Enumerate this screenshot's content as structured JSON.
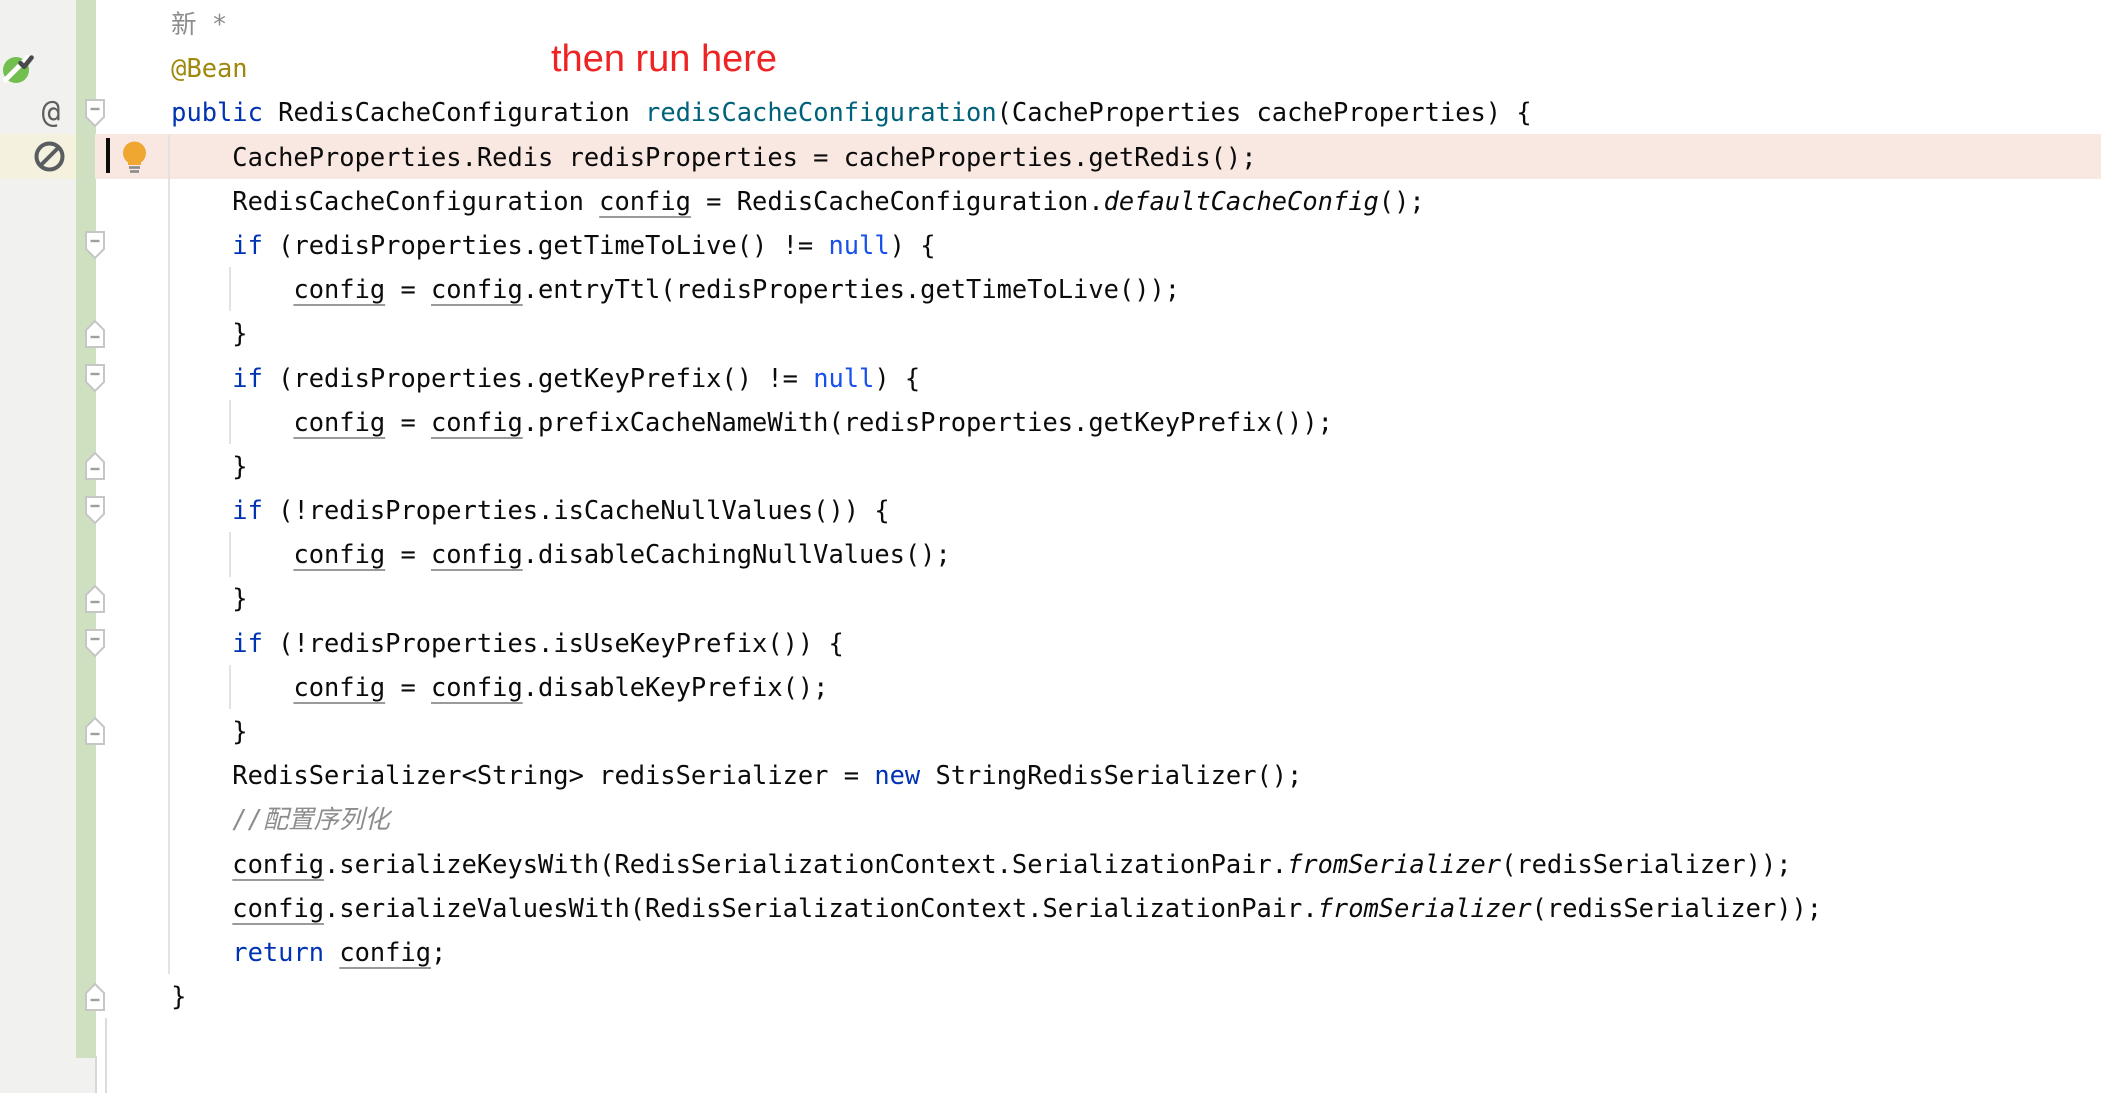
{
  "annotation": {
    "text": "then run here",
    "color": "#ee2424"
  },
  "editor": {
    "colors": {
      "background": "#ffffff",
      "gutter_background": "#f1f1f0",
      "gutter_active_background": "#f4f1df",
      "vcs_added_bar": "#cfe0c1",
      "current_line_highlight": "#f9e7e1",
      "keyword": "#0033B3",
      "null_literal": "#1750EB",
      "method_declaration": "#00627A",
      "annotation_text": "#9E880D",
      "comment": "#8C8C8C",
      "intention_bulb": "#F0A732",
      "run_icon_green": "#72BE4F"
    },
    "gutter": {
      "icons": [
        {
          "name": "inspections-passed-icon",
          "line": 2
        },
        {
          "name": "annotation-at-icon",
          "line": 3,
          "glyph": "@"
        },
        {
          "name": "no-inspection-icon",
          "line": 4
        }
      ]
    },
    "intention_bulb_line": 4,
    "caret_line": 4,
    "fold_pairs": [
      [
        6,
        8
      ],
      [
        9,
        11
      ],
      [
        12,
        14
      ],
      [
        15,
        17
      ]
    ],
    "lines": [
      {
        "n": 1,
        "fold": null,
        "highlight": false,
        "segs": [
          {
            "t": "    新 *",
            "s": "g"
          }
        ]
      },
      {
        "n": 2,
        "fold": null,
        "highlight": false,
        "segs": [
          {
            "t": "    ",
            "s": "p"
          },
          {
            "t": "@Bean",
            "s": "a"
          }
        ]
      },
      {
        "n": 3,
        "fold": "down",
        "highlight": false,
        "segs": [
          {
            "t": "    ",
            "s": "p"
          },
          {
            "t": "public",
            "s": "k"
          },
          {
            "t": " RedisCacheConfiguration ",
            "s": "p"
          },
          {
            "t": "redisCacheConfiguration",
            "s": "d"
          },
          {
            "t": "(CacheProperties cacheProperties) {",
            "s": "p"
          }
        ]
      },
      {
        "n": 4,
        "fold": null,
        "highlight": true,
        "segs": [
          {
            "t": "        CacheProperties.Redis redisProperties = cacheProperties.getRedis();",
            "s": "p"
          }
        ]
      },
      {
        "n": 5,
        "fold": null,
        "highlight": false,
        "segs": [
          {
            "t": "        RedisCacheConfiguration ",
            "s": "p"
          },
          {
            "t": "config",
            "s": "v"
          },
          {
            "t": " = RedisCacheConfiguration.",
            "s": "p"
          },
          {
            "t": "defaultCacheConfig",
            "s": "s"
          },
          {
            "t": "();",
            "s": "p"
          }
        ]
      },
      {
        "n": 6,
        "fold": "down",
        "highlight": false,
        "segs": [
          {
            "t": "        ",
            "s": "p"
          },
          {
            "t": "if",
            "s": "k"
          },
          {
            "t": " (redisProperties.getTimeToLive() != ",
            "s": "p"
          },
          {
            "t": "null",
            "s": "n"
          },
          {
            "t": ") {",
            "s": "p"
          }
        ]
      },
      {
        "n": 7,
        "fold": null,
        "highlight": false,
        "segs": [
          {
            "t": "            ",
            "s": "p"
          },
          {
            "t": "config",
            "s": "v"
          },
          {
            "t": " = ",
            "s": "p"
          },
          {
            "t": "config",
            "s": "v"
          },
          {
            "t": ".entryTtl(redisProperties.getTimeToLive());",
            "s": "p"
          }
        ]
      },
      {
        "n": 8,
        "fold": "up",
        "highlight": false,
        "segs": [
          {
            "t": "        }",
            "s": "p"
          }
        ]
      },
      {
        "n": 9,
        "fold": "down",
        "highlight": false,
        "segs": [
          {
            "t": "        ",
            "s": "p"
          },
          {
            "t": "if",
            "s": "k"
          },
          {
            "t": " (redisProperties.getKeyPrefix() != ",
            "s": "p"
          },
          {
            "t": "null",
            "s": "n"
          },
          {
            "t": ") {",
            "s": "p"
          }
        ]
      },
      {
        "n": 10,
        "fold": null,
        "highlight": false,
        "segs": [
          {
            "t": "            ",
            "s": "p"
          },
          {
            "t": "config",
            "s": "v"
          },
          {
            "t": " = ",
            "s": "p"
          },
          {
            "t": "config",
            "s": "v"
          },
          {
            "t": ".prefixCacheNameWith(redisProperties.getKeyPrefix());",
            "s": "p"
          }
        ]
      },
      {
        "n": 11,
        "fold": "up",
        "highlight": false,
        "segs": [
          {
            "t": "        }",
            "s": "p"
          }
        ]
      },
      {
        "n": 12,
        "fold": "down",
        "highlight": false,
        "segs": [
          {
            "t": "        ",
            "s": "p"
          },
          {
            "t": "if",
            "s": "k"
          },
          {
            "t": " (!redisProperties.isCacheNullValues()) {",
            "s": "p"
          }
        ]
      },
      {
        "n": 13,
        "fold": null,
        "highlight": false,
        "segs": [
          {
            "t": "            ",
            "s": "p"
          },
          {
            "t": "config",
            "s": "v"
          },
          {
            "t": " = ",
            "s": "p"
          },
          {
            "t": "config",
            "s": "v"
          },
          {
            "t": ".disableCachingNullValues();",
            "s": "p"
          }
        ]
      },
      {
        "n": 14,
        "fold": "up",
        "highlight": false,
        "segs": [
          {
            "t": "        }",
            "s": "p"
          }
        ]
      },
      {
        "n": 15,
        "fold": "down",
        "highlight": false,
        "segs": [
          {
            "t": "        ",
            "s": "p"
          },
          {
            "t": "if",
            "s": "k"
          },
          {
            "t": " (!redisProperties.isUseKeyPrefix()) {",
            "s": "p"
          }
        ]
      },
      {
        "n": 16,
        "fold": null,
        "highlight": false,
        "segs": [
          {
            "t": "            ",
            "s": "p"
          },
          {
            "t": "config",
            "s": "v"
          },
          {
            "t": " = ",
            "s": "p"
          },
          {
            "t": "config",
            "s": "v"
          },
          {
            "t": ".disableKeyPrefix();",
            "s": "p"
          }
        ]
      },
      {
        "n": 17,
        "fold": "up",
        "highlight": false,
        "segs": [
          {
            "t": "        }",
            "s": "p"
          }
        ]
      },
      {
        "n": 18,
        "fold": null,
        "highlight": false,
        "segs": [
          {
            "t": "        RedisSerializer<String> redisSerializer = ",
            "s": "p"
          },
          {
            "t": "new",
            "s": "k"
          },
          {
            "t": " StringRedisSerializer();",
            "s": "p"
          }
        ]
      },
      {
        "n": 19,
        "fold": null,
        "highlight": false,
        "segs": [
          {
            "t": "        ",
            "s": "p"
          },
          {
            "t": "//配置序列化",
            "s": "c"
          }
        ]
      },
      {
        "n": 20,
        "fold": null,
        "highlight": false,
        "segs": [
          {
            "t": "        ",
            "s": "p"
          },
          {
            "t": "config",
            "s": "v"
          },
          {
            "t": ".serializeKeysWith(RedisSerializationContext.SerializationPair.",
            "s": "p"
          },
          {
            "t": "fromSerializer",
            "s": "s"
          },
          {
            "t": "(redisSerializer));",
            "s": "p"
          }
        ]
      },
      {
        "n": 21,
        "fold": null,
        "highlight": false,
        "segs": [
          {
            "t": "        ",
            "s": "p"
          },
          {
            "t": "config",
            "s": "v"
          },
          {
            "t": ".serializeValuesWith(RedisSerializationContext.SerializationPair.",
            "s": "p"
          },
          {
            "t": "fromSerializer",
            "s": "s"
          },
          {
            "t": "(redisSerializer));",
            "s": "p"
          }
        ]
      },
      {
        "n": 22,
        "fold": null,
        "highlight": false,
        "segs": [
          {
            "t": "        ",
            "s": "p"
          },
          {
            "t": "return",
            "s": "k"
          },
          {
            "t": " ",
            "s": "p"
          },
          {
            "t": "config",
            "s": "v"
          },
          {
            "t": ";",
            "s": "p"
          }
        ]
      },
      {
        "n": 23,
        "fold": "up",
        "highlight": false,
        "segs": [
          {
            "t": "    }",
            "s": "p"
          }
        ]
      }
    ]
  }
}
